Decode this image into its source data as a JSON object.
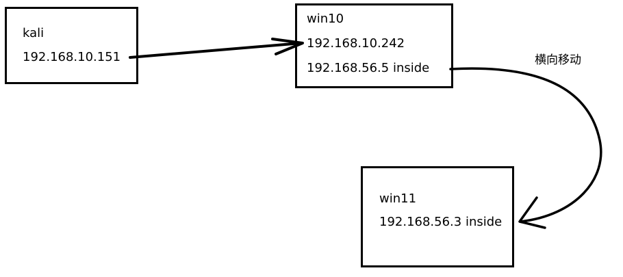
{
  "nodes": {
    "kali": {
      "name": "kali",
      "ip": "192.168.10.151"
    },
    "win10": {
      "name": "win10",
      "ip": "192.168.10.242",
      "ip_inside": "192.168.56.5 inside"
    },
    "win11": {
      "name": "win11",
      "ip_inside": "192.168.56.3 inside"
    }
  },
  "edges": [
    {
      "from": "kali",
      "to": "win10",
      "label": ""
    },
    {
      "from": "win10",
      "to": "win11",
      "label": "横向移动"
    }
  ],
  "colors": {
    "stroke": "#000000",
    "background": "#ffffff"
  }
}
